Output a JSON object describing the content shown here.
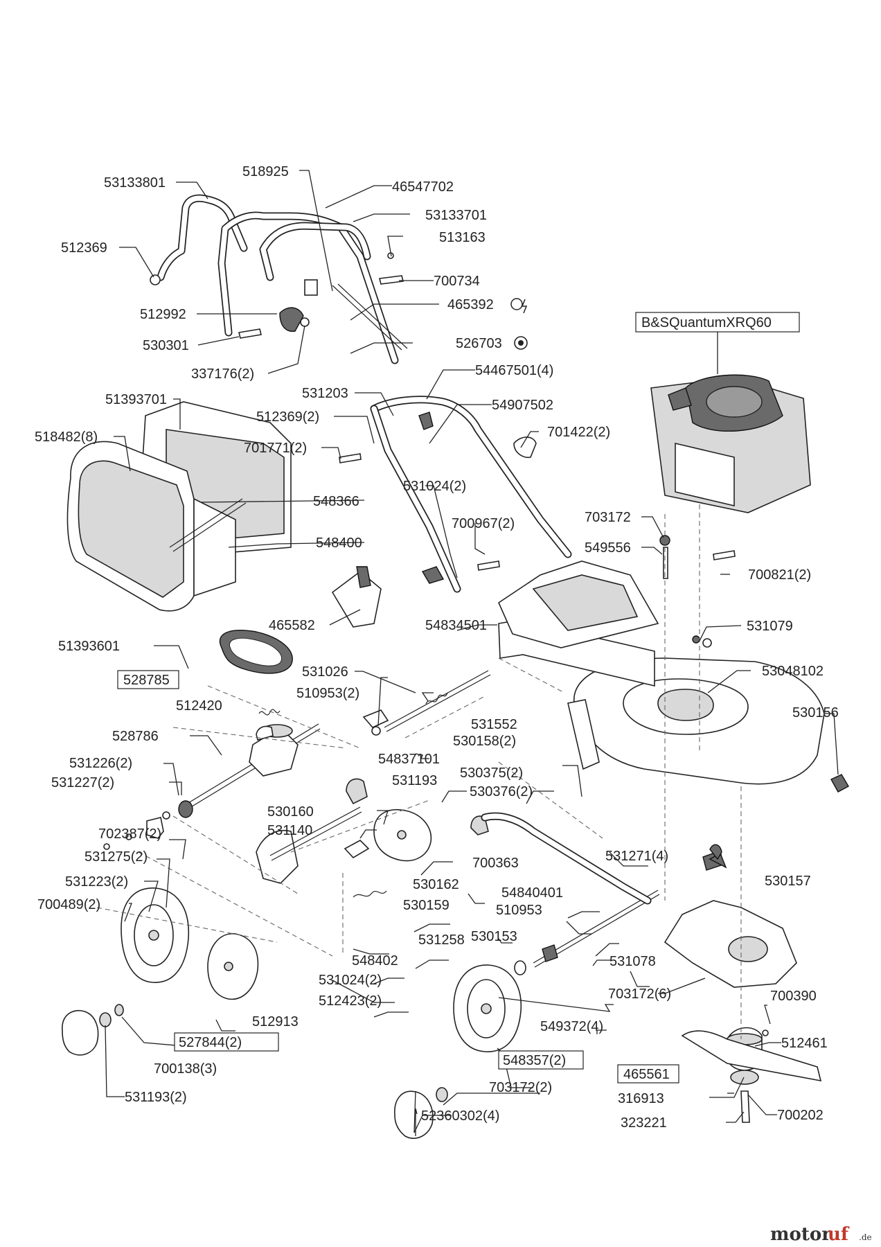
{
  "diagram": {
    "engine_label": "B&SQuantumXRQ60",
    "watermark": {
      "main_a": "motor",
      "main_b": "uf",
      "suffix": ".de"
    },
    "part_labels": [
      {
        "id": "p53133801",
        "text": "53133801"
      },
      {
        "id": "p518925",
        "text": "518925"
      },
      {
        "id": "p46547702",
        "text": "46547702"
      },
      {
        "id": "p53133701",
        "text": "53133701"
      },
      {
        "id": "p512369",
        "text": "512369"
      },
      {
        "id": "p513163",
        "text": "513163"
      },
      {
        "id": "p700734",
        "text": "700734"
      },
      {
        "id": "p465392",
        "text": "465392"
      },
      {
        "id": "p512992",
        "text": "512992"
      },
      {
        "id": "p530301",
        "text": "530301"
      },
      {
        "id": "p526703",
        "text": "526703"
      },
      {
        "id": "p337176",
        "text": "337176(2)"
      },
      {
        "id": "p531203",
        "text": "531203"
      },
      {
        "id": "p54467501",
        "text": "54467501(4)"
      },
      {
        "id": "p51393701",
        "text": "51393701"
      },
      {
        "id": "p54907502",
        "text": "54907502"
      },
      {
        "id": "p512369b",
        "text": "512369(2)"
      },
      {
        "id": "p518482",
        "text": "518482(8)"
      },
      {
        "id": "p701422",
        "text": "701422(2)"
      },
      {
        "id": "p701771",
        "text": "701771(2)"
      },
      {
        "id": "p548366",
        "text": "548366"
      },
      {
        "id": "p531024a",
        "text": "531024(2)"
      },
      {
        "id": "p703172",
        "text": "703172"
      },
      {
        "id": "p700967",
        "text": "700967(2)"
      },
      {
        "id": "p548400",
        "text": "548400"
      },
      {
        "id": "p549556",
        "text": "549556"
      },
      {
        "id": "p700821",
        "text": "700821(2)"
      },
      {
        "id": "p465582",
        "text": "465582"
      },
      {
        "id": "p531079",
        "text": "531079"
      },
      {
        "id": "p54834501",
        "text": "54834501"
      },
      {
        "id": "p51393601",
        "text": "51393601"
      },
      {
        "id": "p531026",
        "text": "531026"
      },
      {
        "id": "p53048102",
        "text": "53048102"
      },
      {
        "id": "p510953b",
        "text": "510953(2)"
      },
      {
        "id": "p512420",
        "text": "512420"
      },
      {
        "id": "p531552",
        "text": "531552"
      },
      {
        "id": "p530156",
        "text": "530156"
      },
      {
        "id": "p530158",
        "text": "530158(2)"
      },
      {
        "id": "p528786",
        "text": "528786"
      },
      {
        "id": "p54837101",
        "text": "54837101"
      },
      {
        "id": "p531226",
        "text": "531226(2)"
      },
      {
        "id": "p531193",
        "text": "531193"
      },
      {
        "id": "p530375",
        "text": "530375(2)"
      },
      {
        "id": "p531227",
        "text": "531227(2)"
      },
      {
        "id": "p530376",
        "text": "530376(2)"
      },
      {
        "id": "p530160",
        "text": "530160"
      },
      {
        "id": "p531140",
        "text": "531140"
      },
      {
        "id": "p702387",
        "text": "702387(2)"
      },
      {
        "id": "p531271",
        "text": "531271(4)"
      },
      {
        "id": "p531275",
        "text": "531275(2)"
      },
      {
        "id": "p700363",
        "text": "700363"
      },
      {
        "id": "p531223",
        "text": "531223(2)"
      },
      {
        "id": "p530162",
        "text": "530162"
      },
      {
        "id": "p530157",
        "text": "530157"
      },
      {
        "id": "p700489",
        "text": "700489(2)"
      },
      {
        "id": "p54840401",
        "text": "54840401"
      },
      {
        "id": "p530159",
        "text": "530159"
      },
      {
        "id": "p510953",
        "text": "510953"
      },
      {
        "id": "p531258",
        "text": "531258"
      },
      {
        "id": "p530153",
        "text": "530153"
      },
      {
        "id": "p548402",
        "text": "548402"
      },
      {
        "id": "p531078",
        "text": "531078"
      },
      {
        "id": "p531024b",
        "text": "531024(2)"
      },
      {
        "id": "p703172b",
        "text": "703172(6)"
      },
      {
        "id": "p512423",
        "text": "512423(2)"
      },
      {
        "id": "p700390",
        "text": "700390"
      },
      {
        "id": "p512913",
        "text": "512913"
      },
      {
        "id": "p549372",
        "text": "549372(4)"
      },
      {
        "id": "p512461",
        "text": "512461"
      },
      {
        "id": "p700138",
        "text": "700138(3)"
      },
      {
        "id": "p316913",
        "text": "316913"
      },
      {
        "id": "p703172c",
        "text": "703172(2)"
      },
      {
        "id": "p700202",
        "text": "700202"
      },
      {
        "id": "p531193b",
        "text": "531193(2)"
      },
      {
        "id": "p323221",
        "text": "323221"
      },
      {
        "id": "p52360302",
        "text": "52360302(4)"
      }
    ],
    "boxed_labels": [
      {
        "id": "b528785",
        "text": "528785"
      },
      {
        "id": "b527844",
        "text": "527844(2)"
      },
      {
        "id": "b548357",
        "text": "548357(2)"
      },
      {
        "id": "b465561",
        "text": "465561"
      }
    ]
  }
}
